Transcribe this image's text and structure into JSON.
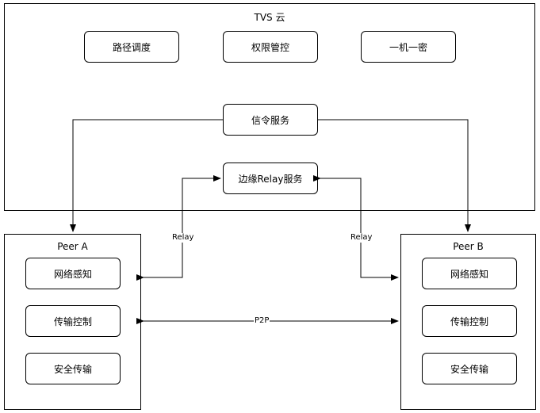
{
  "cloud": {
    "title": "TVS 云",
    "services": [
      "路径调度",
      "权限管控",
      "一机一密"
    ],
    "signaling": "信令服务",
    "edge_relay": "边缘Relay服务"
  },
  "peer_a": {
    "title": "Peer A",
    "modules": [
      "网络感知",
      "传输控制",
      "安全传输"
    ]
  },
  "peer_b": {
    "title": "Peer B",
    "modules": [
      "网络感知",
      "传输控制",
      "安全传输"
    ]
  },
  "edges": {
    "relay_left": "Relay",
    "relay_right": "Relay",
    "p2p": "P2P"
  }
}
